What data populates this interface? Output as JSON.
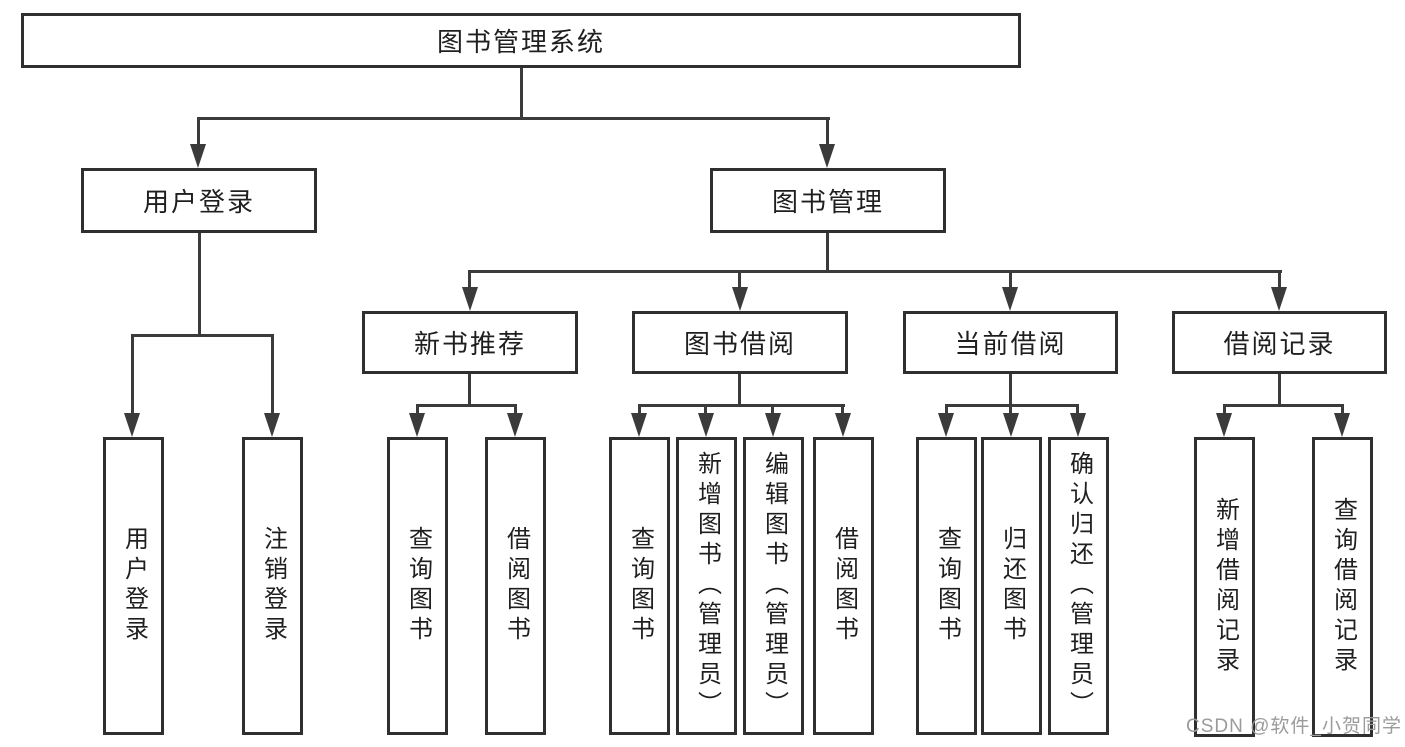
{
  "tree": {
    "label": "图书管理系统",
    "children": [
      {
        "label": "用户登录",
        "children": [
          {
            "label": "用户登录"
          },
          {
            "label": "注销登录"
          }
        ]
      },
      {
        "label": "图书管理",
        "children": [
          {
            "label": "新书推荐",
            "children": [
              {
                "label": "查询图书"
              },
              {
                "label": "借阅图书"
              }
            ]
          },
          {
            "label": "图书借阅",
            "children": [
              {
                "label": "查询图书"
              },
              {
                "label": "新增图书（管理员）"
              },
              {
                "label": "编辑图书（管理员）"
              },
              {
                "label": "借阅图书"
              }
            ]
          },
          {
            "label": "当前借阅",
            "children": [
              {
                "label": "查询图书"
              },
              {
                "label": "归还图书"
              },
              {
                "label": "确认归还（管理员）"
              }
            ]
          },
          {
            "label": "借阅记录",
            "children": [
              {
                "label": "新增借阅记录"
              },
              {
                "label": "查询借阅记录"
              }
            ]
          }
        ]
      }
    ]
  },
  "watermark": {
    "text": "CSDN @软件_小贺同学"
  },
  "colors": {
    "line": "#3b3b3b",
    "border": "#2f2f2f",
    "text": "#1f1f1f",
    "fill": "#ffffff",
    "watermark": "#9b9b9b"
  }
}
